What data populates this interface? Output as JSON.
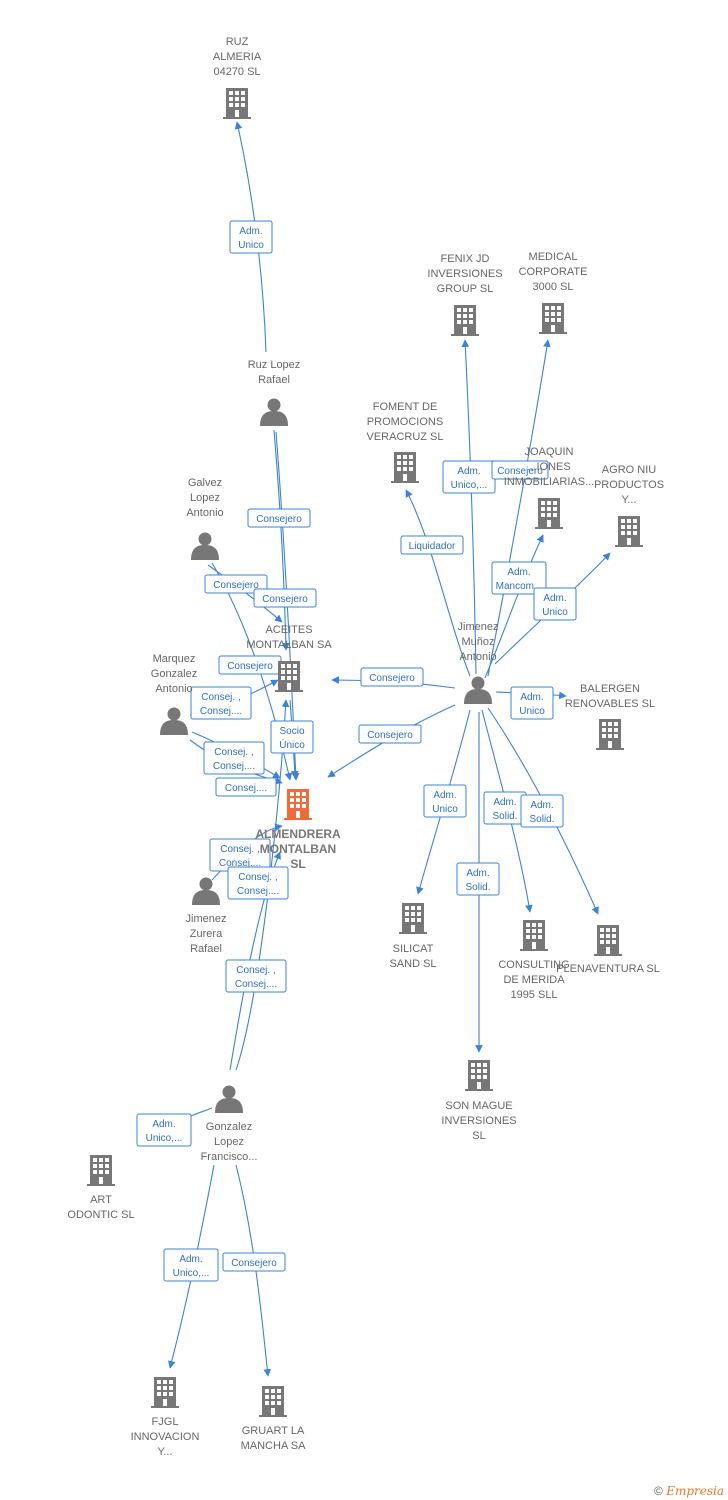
{
  "colors": {
    "edge": "#3d83d5",
    "node": "#777777",
    "focus": "#f26a3a"
  },
  "nodes": [
    {
      "id": "ruz_almeria",
      "type": "company",
      "lines": [
        "RUZ",
        "ALMERIA",
        "04270  SL"
      ],
      "label_pos": "above"
    },
    {
      "id": "fenix",
      "type": "company",
      "lines": [
        "FENIX JD",
        "INVERSIONES",
        "GROUP  SL"
      ],
      "label_pos": "above"
    },
    {
      "id": "medical",
      "type": "company",
      "lines": [
        "MEDICAL",
        "CORPORATE",
        "3000 SL"
      ],
      "label_pos": "above"
    },
    {
      "id": "ruz_lopez",
      "type": "person",
      "lines": [
        "Ruz Lopez",
        "Rafael"
      ],
      "label_pos": "above"
    },
    {
      "id": "foment",
      "type": "company",
      "lines": [
        "FOMENT DE",
        "PROMOCIONS",
        "VERACRUZ SL"
      ],
      "label_pos": "above"
    },
    {
      "id": "joaquin",
      "type": "company",
      "lines": [
        "JOAQUIN",
        "...IONES",
        "INMOBILIARIAS..."
      ],
      "label_pos": "above"
    },
    {
      "id": "agro",
      "type": "company",
      "lines": [
        "AGRO NIU",
        "PRODUCTOS",
        "Y..."
      ],
      "label_pos": "above"
    },
    {
      "id": "galvez",
      "type": "person",
      "lines": [
        "Galvez",
        "Lopez",
        "Antonio"
      ],
      "label_pos": "above"
    },
    {
      "id": "aceites",
      "type": "company",
      "lines": [
        "ACEITES",
        "MONTALBAN SA"
      ],
      "label_pos": "above"
    },
    {
      "id": "jimenez_munoz",
      "type": "person",
      "lines": [
        "Jimenez",
        "Muñoz",
        "Antonio"
      ],
      "label_pos": "above"
    },
    {
      "id": "marquez",
      "type": "person",
      "lines": [
        "Marquez",
        "Gonzalez",
        "Antonio"
      ],
      "label_pos": "above"
    },
    {
      "id": "balergen",
      "type": "company",
      "lines": [
        "BALERGEN",
        "RENOVABLES SL"
      ],
      "label_pos": "above"
    },
    {
      "id": "almendrera",
      "type": "focus",
      "lines": [
        "ALMENDRERA",
        "MONTALBAN",
        "SL"
      ],
      "label_pos": "below"
    },
    {
      "id": "jimenez_zurera",
      "type": "person",
      "lines": [
        "Jimenez",
        "Zurera",
        "Rafael"
      ],
      "label_pos": "below"
    },
    {
      "id": "silicat",
      "type": "company",
      "lines": [
        "SILICAT",
        "SAND SL"
      ],
      "label_pos": "below"
    },
    {
      "id": "consulting",
      "type": "company",
      "lines": [
        "CONSULTING",
        "DE MERIDA",
        "1995  SLL"
      ],
      "label_pos": "below"
    },
    {
      "id": "plenaventura",
      "type": "company",
      "lines": [
        "PLENAVENTURA SL"
      ],
      "label_pos": "below"
    },
    {
      "id": "son_mague",
      "type": "company",
      "lines": [
        "SON MAGUE",
        "INVERSIONES",
        "SL"
      ],
      "label_pos": "below"
    },
    {
      "id": "gonzalez",
      "type": "person",
      "lines": [
        "Gonzalez",
        "Lopez",
        "Francisco..."
      ],
      "label_pos": "below"
    },
    {
      "id": "art",
      "type": "company",
      "lines": [
        "ART",
        "ODONTIC  SL"
      ],
      "label_pos": "below"
    },
    {
      "id": "fjgl",
      "type": "company",
      "lines": [
        "FJGL",
        "INNOVACION",
        "Y..."
      ],
      "label_pos": "below"
    },
    {
      "id": "gruart",
      "type": "company",
      "lines": [
        "GRUART LA",
        "MANCHA SA"
      ],
      "label_pos": "below"
    }
  ],
  "edge_labels": {
    "adm_unico_ruz": [
      "Adm.",
      "Unico"
    ],
    "adm_unico_fenix": [
      "Adm.",
      "Unico,..."
    ],
    "consejero_medical": [
      "Consejero"
    ],
    "liquidador": [
      "Liquidador"
    ],
    "adm_mancom": [
      "Adm.",
      "Mancom..."
    ],
    "adm_unico_agro": [
      "Adm.",
      "Unico"
    ],
    "consejero_ruz": [
      "Consejero"
    ],
    "consejero_galvez_1": [
      "Consejero"
    ],
    "consejero_galvez_2": [
      "Consejero"
    ],
    "consejero_jm_aceites": [
      "Consejero"
    ],
    "adm_unico_balergen": [
      "Adm.",
      "Unico"
    ],
    "consejero_marquez": [
      "Consejero"
    ],
    "consej_marquez_1": [
      "Consej. ,",
      "Consej...."
    ],
    "socio_unico": [
      "Socio",
      "Único"
    ],
    "consejero_jm_alm": [
      "Consejero"
    ],
    "consej_marquez_2": [
      "Consej. ,",
      "Consej...."
    ],
    "consej_marquez_3": [
      "Consej...."
    ],
    "adm_unico_silicat": [
      "Adm.",
      "Unico"
    ],
    "adm_solid_consulting": [
      "Adm.",
      "Solid."
    ],
    "adm_solid_plena": [
      "Adm.",
      "Solid."
    ],
    "consej_zurera_1": [
      "Consej. ,",
      "Consej...."
    ],
    "consej_zurera_2": [
      "Consej. ,",
      "Consej...."
    ],
    "adm_solid_son": [
      "Adm.",
      "Solid."
    ],
    "consej_gonzalez": [
      "Consej. ,",
      "Consej...."
    ],
    "adm_unico_art": [
      "Adm.",
      "Unico,..."
    ],
    "adm_unico_fjgl": [
      "Adm.",
      "Unico,..."
    ],
    "consejero_gruart": [
      "Consejero"
    ]
  },
  "watermark": {
    "symbol": "©",
    "brand": "Empresia"
  }
}
